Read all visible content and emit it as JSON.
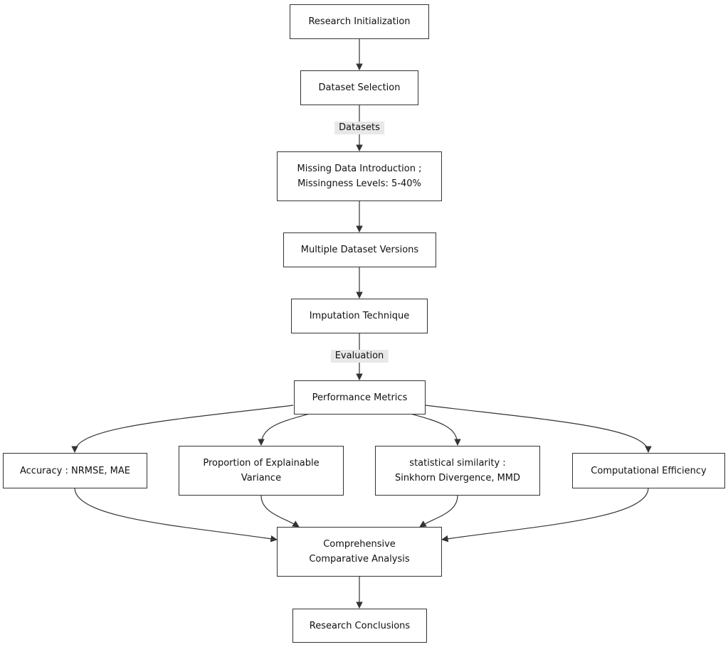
{
  "nodes": {
    "research_initialization": "Research Initialization",
    "dataset_selection": "Dataset Selection",
    "missing_data_line1": "Missing Data Introduction ;",
    "missing_data_line2": "Missingness Levels: 5-40%",
    "multiple_versions": "Multiple Dataset Versions",
    "imputation": "Imputation Technique",
    "performance_metrics": "Performance Metrics",
    "accuracy": "Accuracy : NRMSE, MAE",
    "variance_line1": "Proportion of Explainable",
    "variance_line2": "Variance",
    "similarity_line1": "statistical similarity :",
    "similarity_line2": "Sinkhorn Divergence, MMD",
    "computational_efficiency": "Computational Efficiency",
    "comparative_line1": "Comprehensive",
    "comparative_line2": "Comparative Analysis",
    "research_conclusions": "Research Conclusions"
  },
  "edge_labels": {
    "datasets": "Datasets",
    "evaluation": "Evaluation"
  }
}
